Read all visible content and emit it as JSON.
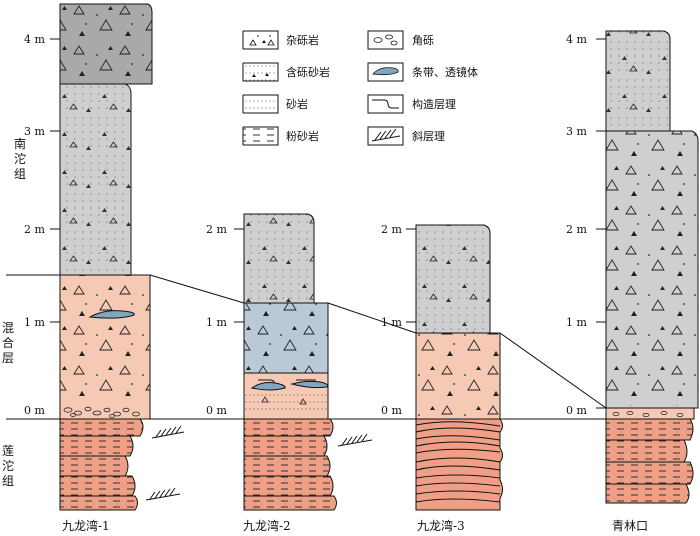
{
  "figure": {
    "units": {
      "zero": "0 m",
      "one": "1 m",
      "two": "2 m",
      "three": "3 m",
      "four": "4 m"
    },
    "units_labels": [
      "南",
      "沱",
      "组",
      "混",
      "合",
      "层",
      "莲",
      "沱",
      "组"
    ],
    "unit_names": {
      "nantuo": "南沱组",
      "hunhe": "混合层",
      "liantuo": "莲沱组"
    },
    "sections": [
      {
        "name": "九龙湾-1",
        "ticks": [
          "0 m",
          "1 m",
          "2 m",
          "3 m",
          "4 m"
        ]
      },
      {
        "name": "九龙湾-2",
        "ticks": [
          "0 m",
          "1 m",
          "2 m"
        ]
      },
      {
        "name": "九龙湾-3",
        "ticks": [
          "0 m",
          "1 m",
          "2 m"
        ]
      },
      {
        "name": "青林口",
        "ticks": [
          "0 m",
          "1 m",
          "2 m",
          "3 m",
          "4 m"
        ]
      }
    ],
    "legend": [
      {
        "label": "杂砾岩",
        "pattern": "diamictite"
      },
      {
        "label": "含砾砂岩",
        "pattern": "pebbly-sandstone"
      },
      {
        "label": "砂岩",
        "pattern": "sandstone"
      },
      {
        "label": "粉砂岩",
        "pattern": "siltstone"
      },
      {
        "label": "角砾",
        "pattern": "breccia"
      },
      {
        "label": "条带、透镜体",
        "pattern": "lens"
      },
      {
        "label": "构造层理",
        "pattern": "deformation-bedding"
      },
      {
        "label": "斜层理",
        "pattern": "cross-bedding"
      }
    ],
    "colors": {
      "nantuo_fill": "#cfcfd1",
      "nantuo_top": "#a9a9ab",
      "mix_fill": "#f6c9b5",
      "mix_blue": "#b9c9d5",
      "liantuo_fill": "#ee9f86",
      "lens_fill": "#7fa7bf",
      "stroke": "#111111"
    }
  }
}
